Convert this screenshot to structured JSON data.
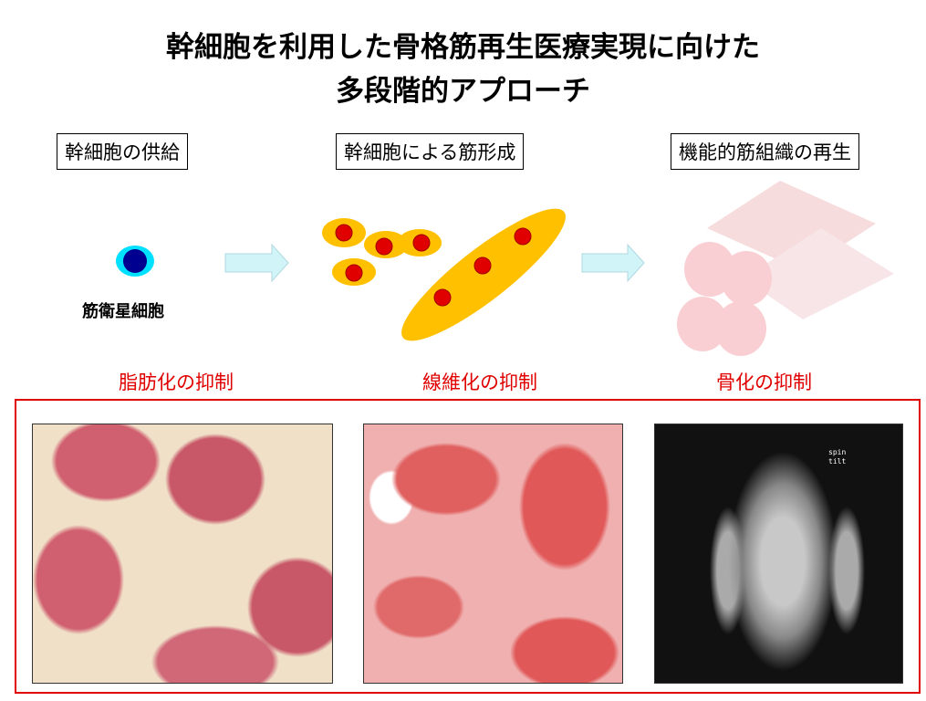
{
  "title": {
    "line1": "幹細胞を利用した骨格筋再生医療実現に向けた",
    "line2": "多段階的アプローチ"
  },
  "stages": [
    {
      "label": "幹細胞の供給",
      "cell_label": "筋衛星細胞",
      "suppression": "脂肪化の抑制"
    },
    {
      "label": "幹細胞による筋形成",
      "suppression": "線維化の抑制"
    },
    {
      "label": "機能的筋組織の再生",
      "suppression": "骨化の抑制"
    }
  ],
  "ct_overlay": {
    "line1": "spin",
    "line2": "tilt"
  },
  "colors": {
    "accent_red": "#e00000",
    "cell_outer": "#00e0ff",
    "cell_inner": "#000090",
    "myoblast": "#ffc000",
    "nucleus": "#e00000"
  }
}
